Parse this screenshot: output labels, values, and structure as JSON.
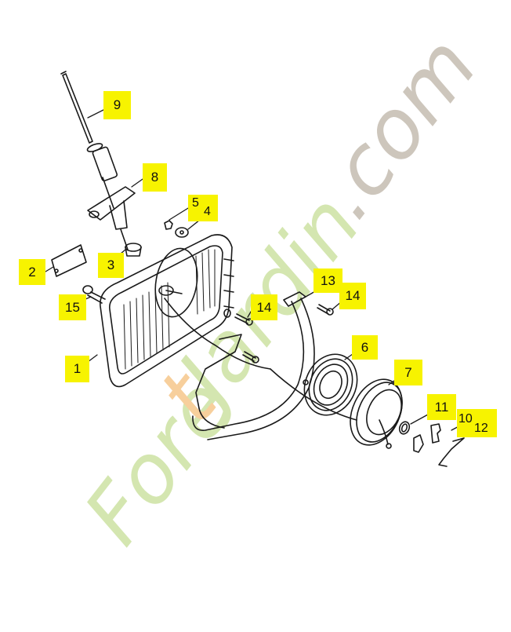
{
  "diagram": {
    "subject": "recoil starter assembly exploded view",
    "background": "#ffffff",
    "callout_color": "#f7f300",
    "line_color": "#1a1a1a"
  },
  "watermark": {
    "text_fore": "Fore",
    "text_t": "t",
    "text_jardin": "Jardin",
    "text_dotcom": ".com",
    "colors": {
      "green": "#d4e6b0",
      "orange": "#f7cf9c",
      "gray": "#cdc6bc"
    }
  },
  "callouts": [
    {
      "id": "1",
      "label": "1",
      "part": "starter cover / fan housing"
    },
    {
      "id": "2",
      "label": "2",
      "part": "cover plate"
    },
    {
      "id": "3",
      "label": "3",
      "part": "grommet"
    },
    {
      "id": "4",
      "label": "4",
      "part": "washer"
    },
    {
      "id": "5",
      "label": "5",
      "part": "nut"
    },
    {
      "id": "6",
      "label": "6",
      "part": "rewind spring"
    },
    {
      "id": "7",
      "label": "7",
      "part": "rope rotor / pulley"
    },
    {
      "id": "8",
      "label": "8",
      "part": "starter grip handle"
    },
    {
      "id": "9",
      "label": "9",
      "part": "starter rope"
    },
    {
      "id": "10",
      "label": "10",
      "part": "pawl"
    },
    {
      "id": "11",
      "label": "11",
      "part": "washer"
    },
    {
      "id": "12",
      "label": "12",
      "part": "spring clip"
    },
    {
      "id": "13",
      "label": "13",
      "part": "guide bracket"
    },
    {
      "id": "14a",
      "label": "14",
      "part": "screw"
    },
    {
      "id": "14b",
      "label": "14",
      "part": "screw"
    },
    {
      "id": "15",
      "label": "15",
      "part": "bolt"
    }
  ]
}
